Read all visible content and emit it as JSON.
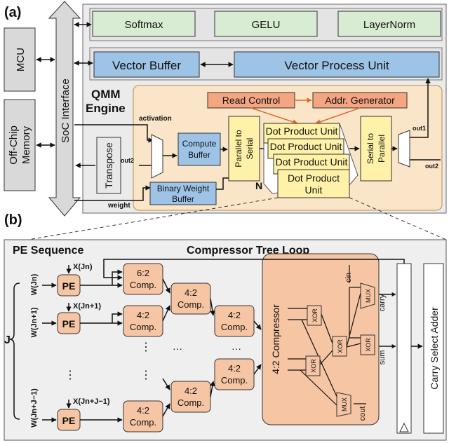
{
  "panel_a": {
    "label": "(a)",
    "mcu": "MCU",
    "offchip": [
      "Off-Chip",
      "Memory"
    ],
    "soc": "SoC Interface",
    "softmax": "Softmax",
    "gelu": "GELU",
    "layernorm": "LayerNorm",
    "vector_buffer": "Vector Buffer",
    "vpu": "Vector Process Unit",
    "qmm": [
      "QMM",
      "Engine"
    ],
    "read_control": "Read Control",
    "addr_gen": "Addr. Generator",
    "activation": "activation",
    "weight": "weight",
    "transpose": "Transpose",
    "out2_left": "out2",
    "compute_buffer": [
      "Compute",
      "Buffer"
    ],
    "bin_weight_buffer": [
      "Binary Weight",
      "Buffer"
    ],
    "p2s": [
      "Parallel to",
      "Serial"
    ],
    "dpu_stack": [
      "Dot Product Unit",
      "Dot Product Unit",
      "Dot Product Unit"
    ],
    "dpu_front": [
      "Dot Product",
      "Unit"
    ],
    "n": "N",
    "s2p": [
      "Serial to",
      "Parallel"
    ],
    "out1": "out1",
    "out2_right": "out2"
  },
  "panel_b": {
    "label": "(b)",
    "pe_sequence": "PE Sequence",
    "compressor_tree": "Compressor Tree Loop",
    "j": "J",
    "pe": "PE",
    "weights": [
      "W(Jn)",
      "W(Jn+1)",
      "W(Jn+J−1)"
    ],
    "xs": [
      "X(Jn)",
      "X(Jn+1)",
      "X(Jn+J−1)"
    ],
    "comp62": [
      "6:2",
      "Comp."
    ],
    "comp42": [
      "4:2",
      "Comp."
    ],
    "compressor42": "4:2 Compressor",
    "xor": "XOR",
    "mux": "MUX",
    "cin": "cin",
    "carry": "carry",
    "sum": "sum",
    "cout": "cout",
    "csa": "Carry Select Adder",
    "vdots": "⋮",
    "hdots": "···"
  }
}
